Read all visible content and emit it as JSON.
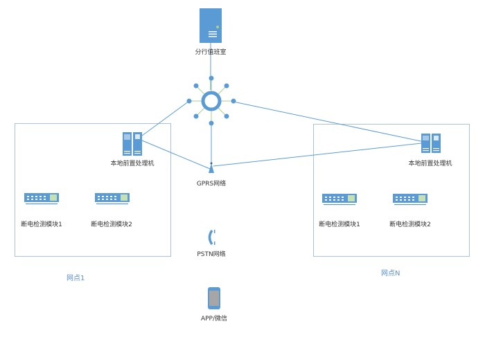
{
  "colors": {
    "primary": "#5b9bd5",
    "line": "#5b9bd5",
    "spoke": "#a9d18e",
    "box": "#a9c3dd",
    "zone_label": "#5b8fd0"
  },
  "nodes": {
    "duty_room": {
      "label": "分行值班室",
      "icon": "server-icon"
    },
    "hub": {
      "icon": "network-hub-icon"
    },
    "gprs": {
      "label": "GPRS网络",
      "icon": "antenna-icon"
    },
    "pstn": {
      "label": "PSTN网络",
      "icon": "phone-icon"
    },
    "app": {
      "label": "APP/微信",
      "icon": "mobile-phone-icon"
    }
  },
  "sites": [
    {
      "name": "网点1",
      "processor": "本地前置处理机",
      "modules": [
        "断电检测模块1",
        "断电检测模块2"
      ]
    },
    {
      "name": "网点N",
      "processor": "本地前置处理机",
      "modules": [
        "断电检测模块1",
        "断电检测模块2"
      ]
    }
  ]
}
